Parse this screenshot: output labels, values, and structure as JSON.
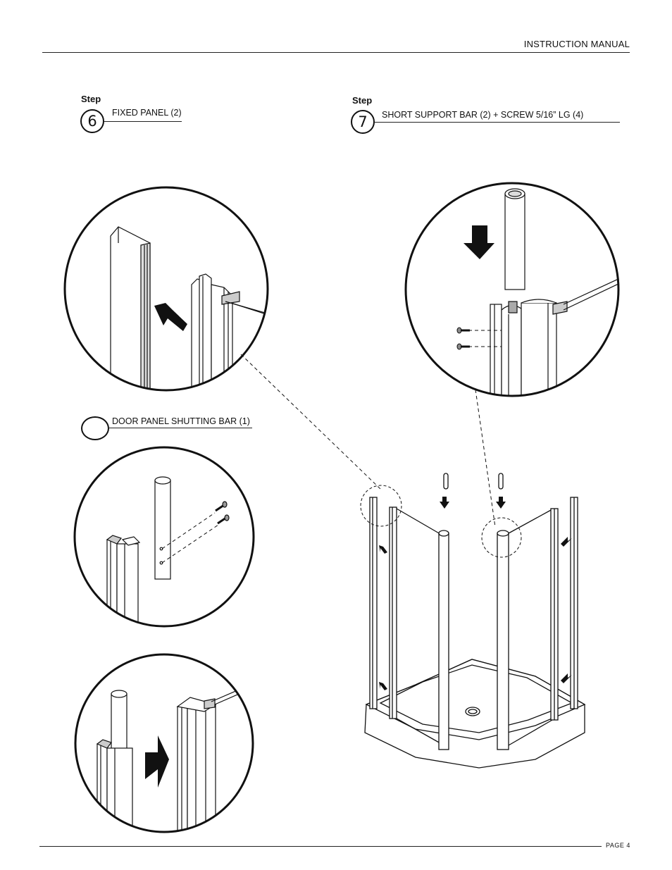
{
  "header": {
    "title": "INSTRUCTION MANUAL"
  },
  "footer": {
    "page": "PAGE 4"
  },
  "steps": [
    {
      "label": "Step",
      "number": "6",
      "caption": "FIXED PANEL (2)"
    },
    {
      "label": "Step",
      "number": "7",
      "caption": "SHORT SUPPORT BAR (2) + SCREW 5/16” LG (4)"
    }
  ],
  "sub_step": {
    "number": "",
    "caption": "DOOR PANEL SHUTTING BAR (1)"
  },
  "colors": {
    "ink": "#111111",
    "paper": "#ffffff",
    "shade": "#e6e6e6"
  },
  "icons": [
    "arrow-down-icon",
    "arrow-up-left-icon",
    "arrow-right-icon",
    "screw-icon"
  ]
}
